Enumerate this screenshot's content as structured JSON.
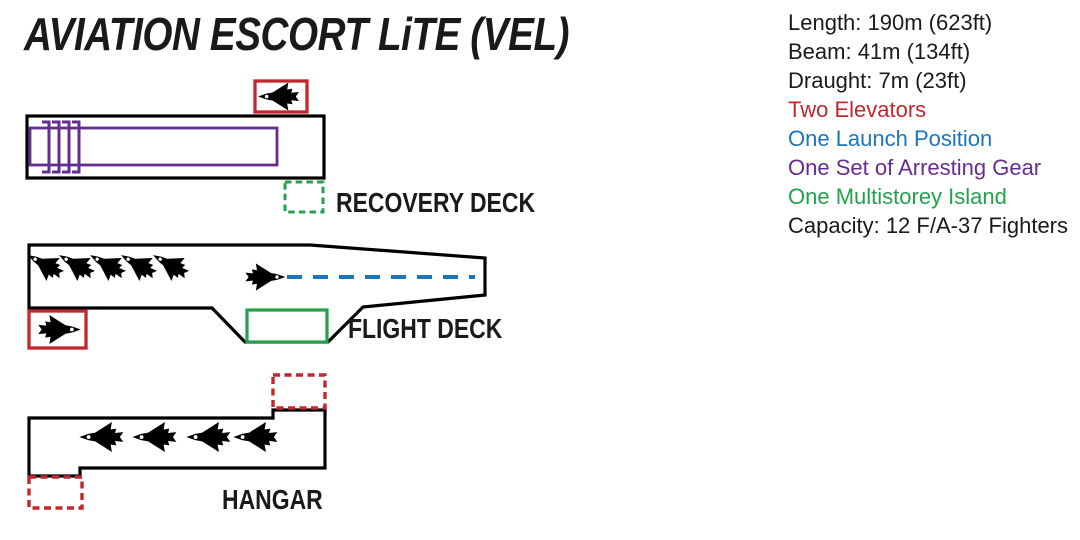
{
  "title": "AVIATION ESCORT LiTE (VEL)",
  "specs": {
    "lines": [
      {
        "text": "Length: 190m (623ft)",
        "color": "text"
      },
      {
        "text": "Beam: 41m (134ft)",
        "color": "text"
      },
      {
        "text": "Draught: 7m (23ft)",
        "color": "text"
      },
      {
        "text": "Two Elevators",
        "color": "red"
      },
      {
        "text": "One Launch Position",
        "color": "blue"
      },
      {
        "text": "One Set of Arresting Gear",
        "color": "purple"
      },
      {
        "text": "One Multistorey Island",
        "color": "green"
      },
      {
        "text": "Capacity: 12 F/A-37 Fighters",
        "color": "text"
      }
    ]
  },
  "deck_labels": {
    "recovery": "RECOVERY DECK",
    "flight": "FLIGHT DECK",
    "hangar": "HANGAR"
  },
  "colors": {
    "ink": "#000000",
    "text": "#1a1a1a",
    "red": "#c1272d",
    "blue": "#1b75bc",
    "purple": "#662d91",
    "green": "#23a14c"
  },
  "icons": {
    "fighter": "fighter-jet-icon"
  }
}
